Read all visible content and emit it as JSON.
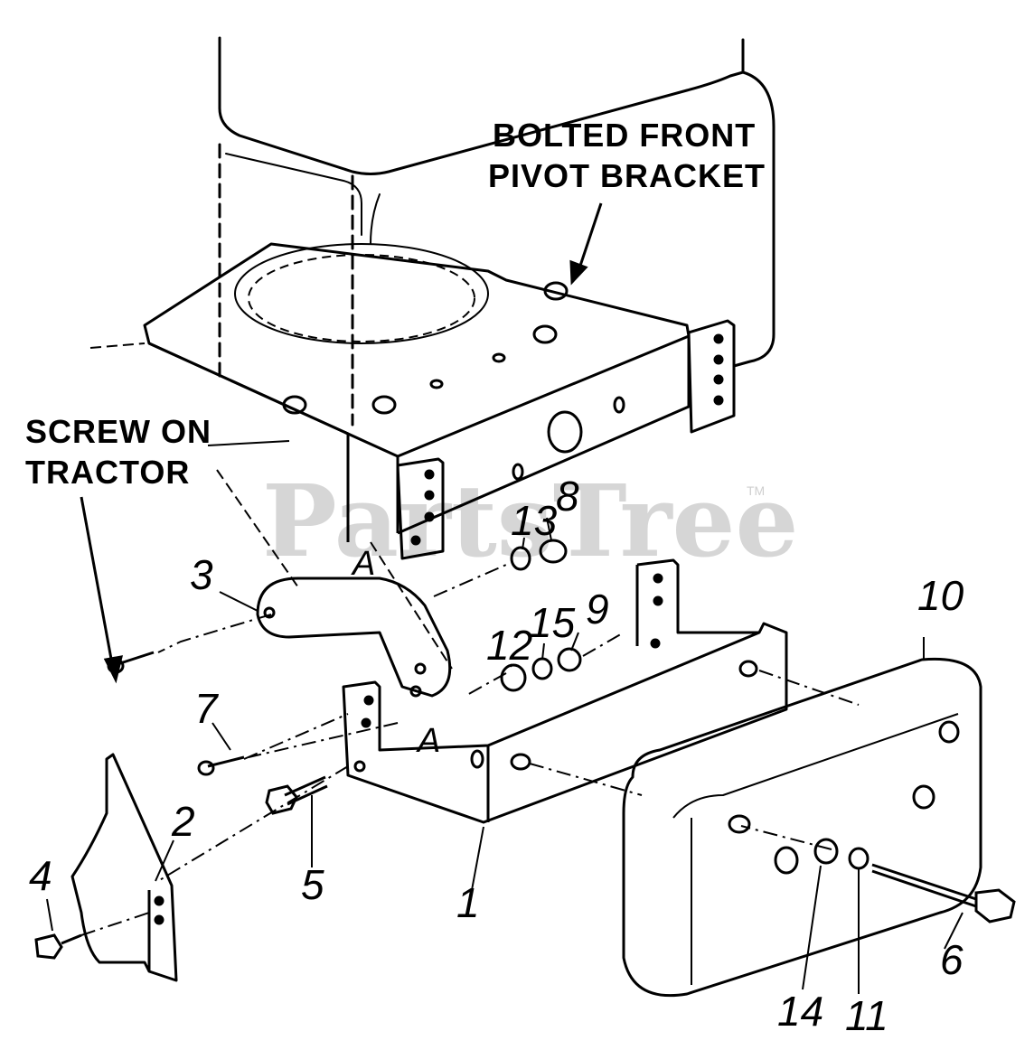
{
  "callouts": {
    "bracket_line1": "BOLTED FRONT",
    "bracket_line2": "PIVOT BRACKET",
    "screw_line1": "SCREW ON",
    "screw_line2": "TRACTOR"
  },
  "ref_marks": [
    "A",
    "A"
  ],
  "part_numbers": {
    "p1": "1",
    "p2": "2",
    "p3": "3",
    "p4": "4",
    "p5": "5",
    "p6": "6",
    "p7": "7",
    "p8": "8",
    "p9": "9",
    "p10": "10",
    "p11": "11",
    "p12": "12",
    "p13": "13",
    "p14": "14",
    "p15": "15"
  },
  "watermark": {
    "text": "PartsTree",
    "trademark": "TM"
  }
}
